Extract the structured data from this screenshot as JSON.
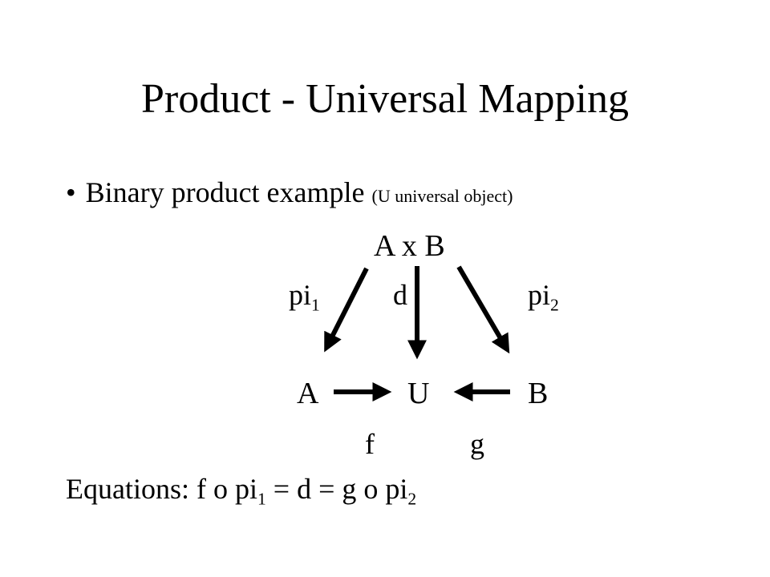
{
  "slide": {
    "title": "Product - Universal Mapping",
    "bullet": {
      "marker": "•",
      "text": "Binary product example",
      "note": "(U universal object)"
    }
  },
  "diagram": {
    "nodes": {
      "product": "A x B",
      "a": "A",
      "u": "U",
      "b": "B"
    },
    "labels": {
      "pi1": "pi",
      "pi1_sub": "1",
      "d": "d",
      "pi2": "pi",
      "pi2_sub": "2",
      "f": "f",
      "g": "g"
    }
  },
  "equation": {
    "prefix": "Equations: f o pi",
    "sub1": "1",
    "middle": " = d = g o pi",
    "sub2": "2"
  }
}
